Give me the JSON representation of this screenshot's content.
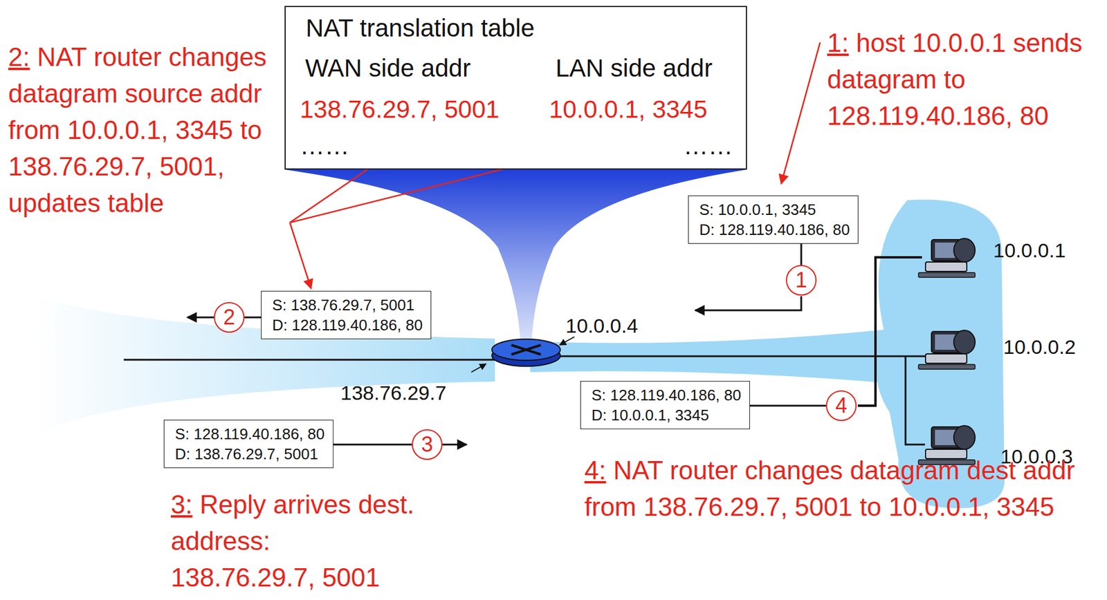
{
  "diagram": {
    "nodes": [
      {
        "text": [
          "NAT translation table"
        ]
      },
      {
        "text": [
          "S: 10.0.0.1, 3345",
          "D: 128.119.40.186, 80"
        ]
      },
      {
        "text": [
          "1"
        ]
      },
      {
        "text": [
          "S: 138.76.29.7, 5001",
          "D: 128.119.40.186, 80"
        ]
      },
      {
        "text": [
          "2"
        ]
      },
      {
        "text": [
          "S: 128.119.40.186, 80",
          "D: 138.76.29.7, 5001"
        ]
      },
      {
        "text": [
          "3"
        ]
      },
      {
        "text": [
          "S: 128.119.40.186, 80",
          "D: 10.0.0.1, 3345"
        ]
      },
      {
        "text": [
          "4"
        ]
      }
    ],
    "edges": [
      {
        "from": 2,
        "to": 1,
        "arrow": "none"
      },
      {
        "from": 4,
        "to": 3,
        "arrow": "none"
      },
      {
        "from": 5,
        "to": 6,
        "arrow": "none"
      },
      {
        "from": 7,
        "to": 8,
        "arrow": "none"
      }
    ],
    "labels": [
      "WAN side addr",
      "LAN side addr",
      "138.76.29.7, 5001",
      "10.0.0.1, 3345",
      "……",
      "……",
      "1:",
      "host 10.0.0.1 sends datagram to 128.119.40.186, 80",
      "2:",
      "NAT router changes datagram source addr from 10.0.0.1, 3345 to 138.76.29.7, 5001, updates table",
      "3:",
      "Reply arrives dest. address: 138.76.29.7, 5001",
      "4:",
      "NAT router changes datagram dest addr from 138.76.29.7, 5001 to 10.0.0.1, 3345",
      "10.0.0.1",
      "10.0.0.2",
      "10.0.0.3",
      "10.0.0.4",
      "138.76.29.7"
    ]
  }
}
